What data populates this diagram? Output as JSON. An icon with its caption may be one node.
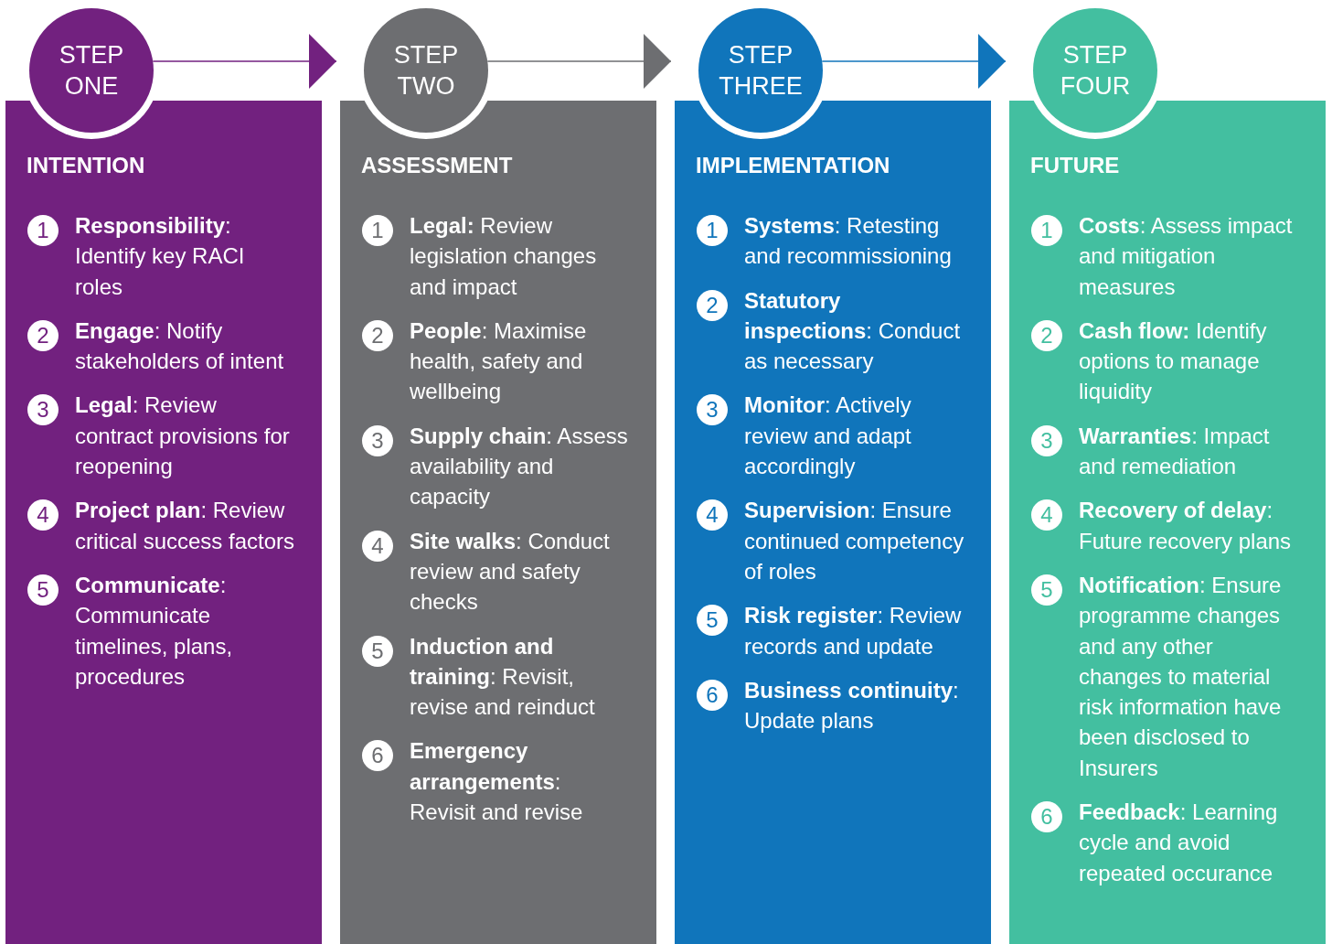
{
  "diagram": {
    "nodes": [
      {
        "text": [
          "STEP ONE"
        ]
      },
      {
        "text": [
          "INTENTION"
        ]
      },
      {
        "text": [
          "1"
        ],
        "in": 1,
        "beside": [
          "**Responsibility**: Identify key RACI roles"
        ]
      },
      {
        "text": [
          "2"
        ],
        "in": 1,
        "beside": [
          "**Engage**: Notify stakeholders of intent"
        ]
      },
      {
        "text": [
          "3"
        ],
        "in": 1,
        "beside": [
          "**Legal**: Review contract provisions for reopening"
        ]
      },
      {
        "text": [
          "4"
        ],
        "in": 1,
        "beside": [
          "**Project plan**: Review critical success factors"
        ]
      },
      {
        "text": [
          "5"
        ],
        "in": 1,
        "beside": [
          "**Communicate**: Communicate timelines, plans, procedures"
        ]
      },
      {
        "text": [
          "STEP TWO"
        ]
      },
      {
        "text": [
          "ASSESSMENT"
        ]
      },
      {
        "text": [
          "1"
        ],
        "in": 8,
        "beside": [
          "**Legal:** Review legislation changes and impact"
        ]
      },
      {
        "text": [
          "2"
        ],
        "in": 8,
        "beside": [
          "**People**: Maximise health, safety and wellbeing"
        ]
      },
      {
        "text": [
          "3"
        ],
        "in": 8,
        "beside": [
          "**Supply chain**: Assess availability and capacity"
        ]
      },
      {
        "text": [
          "4"
        ],
        "in": 8,
        "beside": [
          "**Site walks**: Conduct review and safety checks"
        ]
      },
      {
        "text": [
          "5"
        ],
        "in": 8,
        "beside": [
          "**Induction and training**: Revisit, revise and reinduct"
        ]
      },
      {
        "text": [
          "6"
        ],
        "in": 8,
        "beside": [
          "**Emergency arrangements**: Revisit and revise"
        ]
      },
      {
        "text": [
          "STEP THREE"
        ]
      },
      {
        "text": [
          "IMPLEMENTATION"
        ]
      },
      {
        "text": [
          "1"
        ],
        "in": 16,
        "beside": [
          "**Systems**: Retesting and recommissioning"
        ]
      },
      {
        "text": [
          "2"
        ],
        "in": 16,
        "beside": [
          "**Statutory inspections**: Conduct as necessary"
        ]
      },
      {
        "text": [
          "3"
        ],
        "in": 16,
        "beside": [
          "**Monitor**: Actively review and adapt accordingly"
        ]
      },
      {
        "text": [
          "4"
        ],
        "in": 16,
        "beside": [
          "**Supervision**: Ensure continued competency of roles"
        ]
      },
      {
        "text": [
          "5"
        ],
        "in": 16,
        "beside": [
          "**Risk register**: Review records and update"
        ]
      },
      {
        "text": [
          "6"
        ],
        "in": 16,
        "beside": [
          "**Business continuity**: Update plans"
        ]
      },
      {
        "text": [
          "STEP FOUR"
        ]
      },
      {
        "text": [
          "FUTURE"
        ]
      },
      {
        "text": [
          "1"
        ],
        "in": 24,
        "beside": [
          "**Costs**: Assess impact and mitigation measures"
        ]
      },
      {
        "text": [
          "2"
        ],
        "in": 24,
        "beside": [
          "**Cash flow:** Identify options to manage liquidity"
        ]
      },
      {
        "text": [
          "3"
        ],
        "in": 24,
        "beside": [
          "**Warranties**: Impact and remediation"
        ]
      },
      {
        "text": [
          "4"
        ],
        "in": 24,
        "beside": [
          "**Recovery of delay**: Future recovery plans"
        ]
      },
      {
        "text": [
          "5"
        ],
        "in": 24,
        "beside": [
          "**Notification**: Ensure programme changes and any other changes to material risk information have been disclosed to Insurers"
        ]
      },
      {
        "text": [
          "6"
        ],
        "in": 24,
        "beside": [
          "**Feedback**: Learning cycle and avoid repeated occurance"
        ]
      }
    ],
    "edges": [
      {
        "from": 0,
        "to": 7,
        "arrow": "to",
        "color": "#72217f"
      },
      {
        "from": 7,
        "to": 15,
        "arrow": "to",
        "color": "#6d6e71"
      },
      {
        "from": 15,
        "to": 23,
        "arrow": "to",
        "color": "#1075bb"
      }
    ]
  }
}
